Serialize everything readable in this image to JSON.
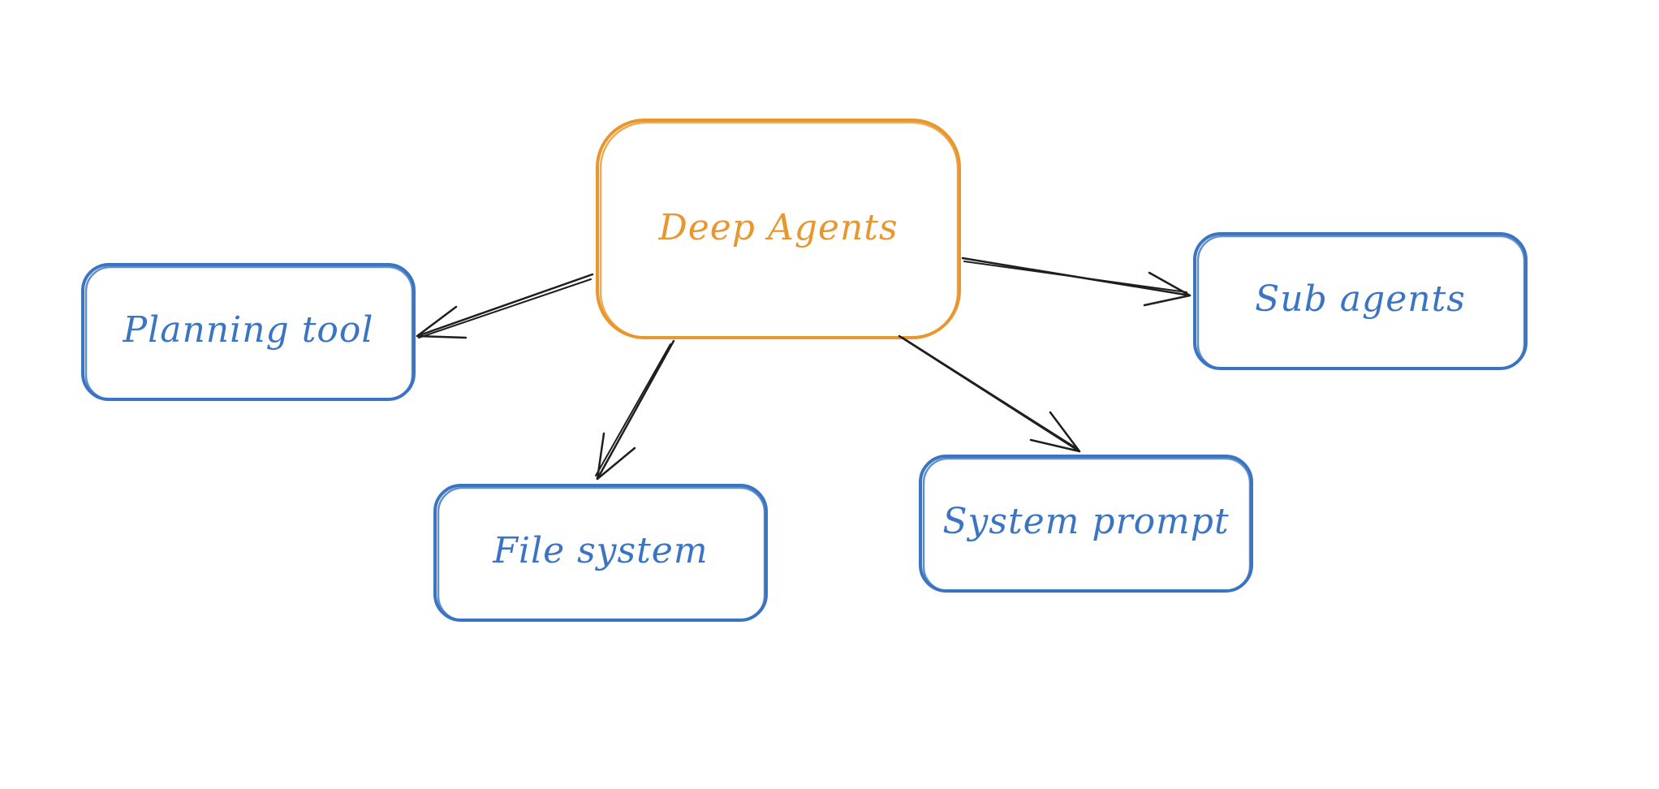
{
  "colors": {
    "primary_node": "#e8962e",
    "secondary_node": "#3a74c2",
    "edge": "#1e1e1e",
    "background": "#ffffff"
  },
  "nodes": {
    "deep_agents": {
      "label": "Deep Agents"
    },
    "planning_tool": {
      "label": "Planning tool"
    },
    "file_system": {
      "label": "File system"
    },
    "system_prompt": {
      "label": "System prompt"
    },
    "sub_agents": {
      "label": "Sub agents"
    }
  },
  "edges": [
    {
      "from": "Deep Agents",
      "to": "Planning tool"
    },
    {
      "from": "Deep Agents",
      "to": "File system"
    },
    {
      "from": "Deep Agents",
      "to": "System prompt"
    },
    {
      "from": "Deep Agents",
      "to": "Sub agents"
    }
  ]
}
